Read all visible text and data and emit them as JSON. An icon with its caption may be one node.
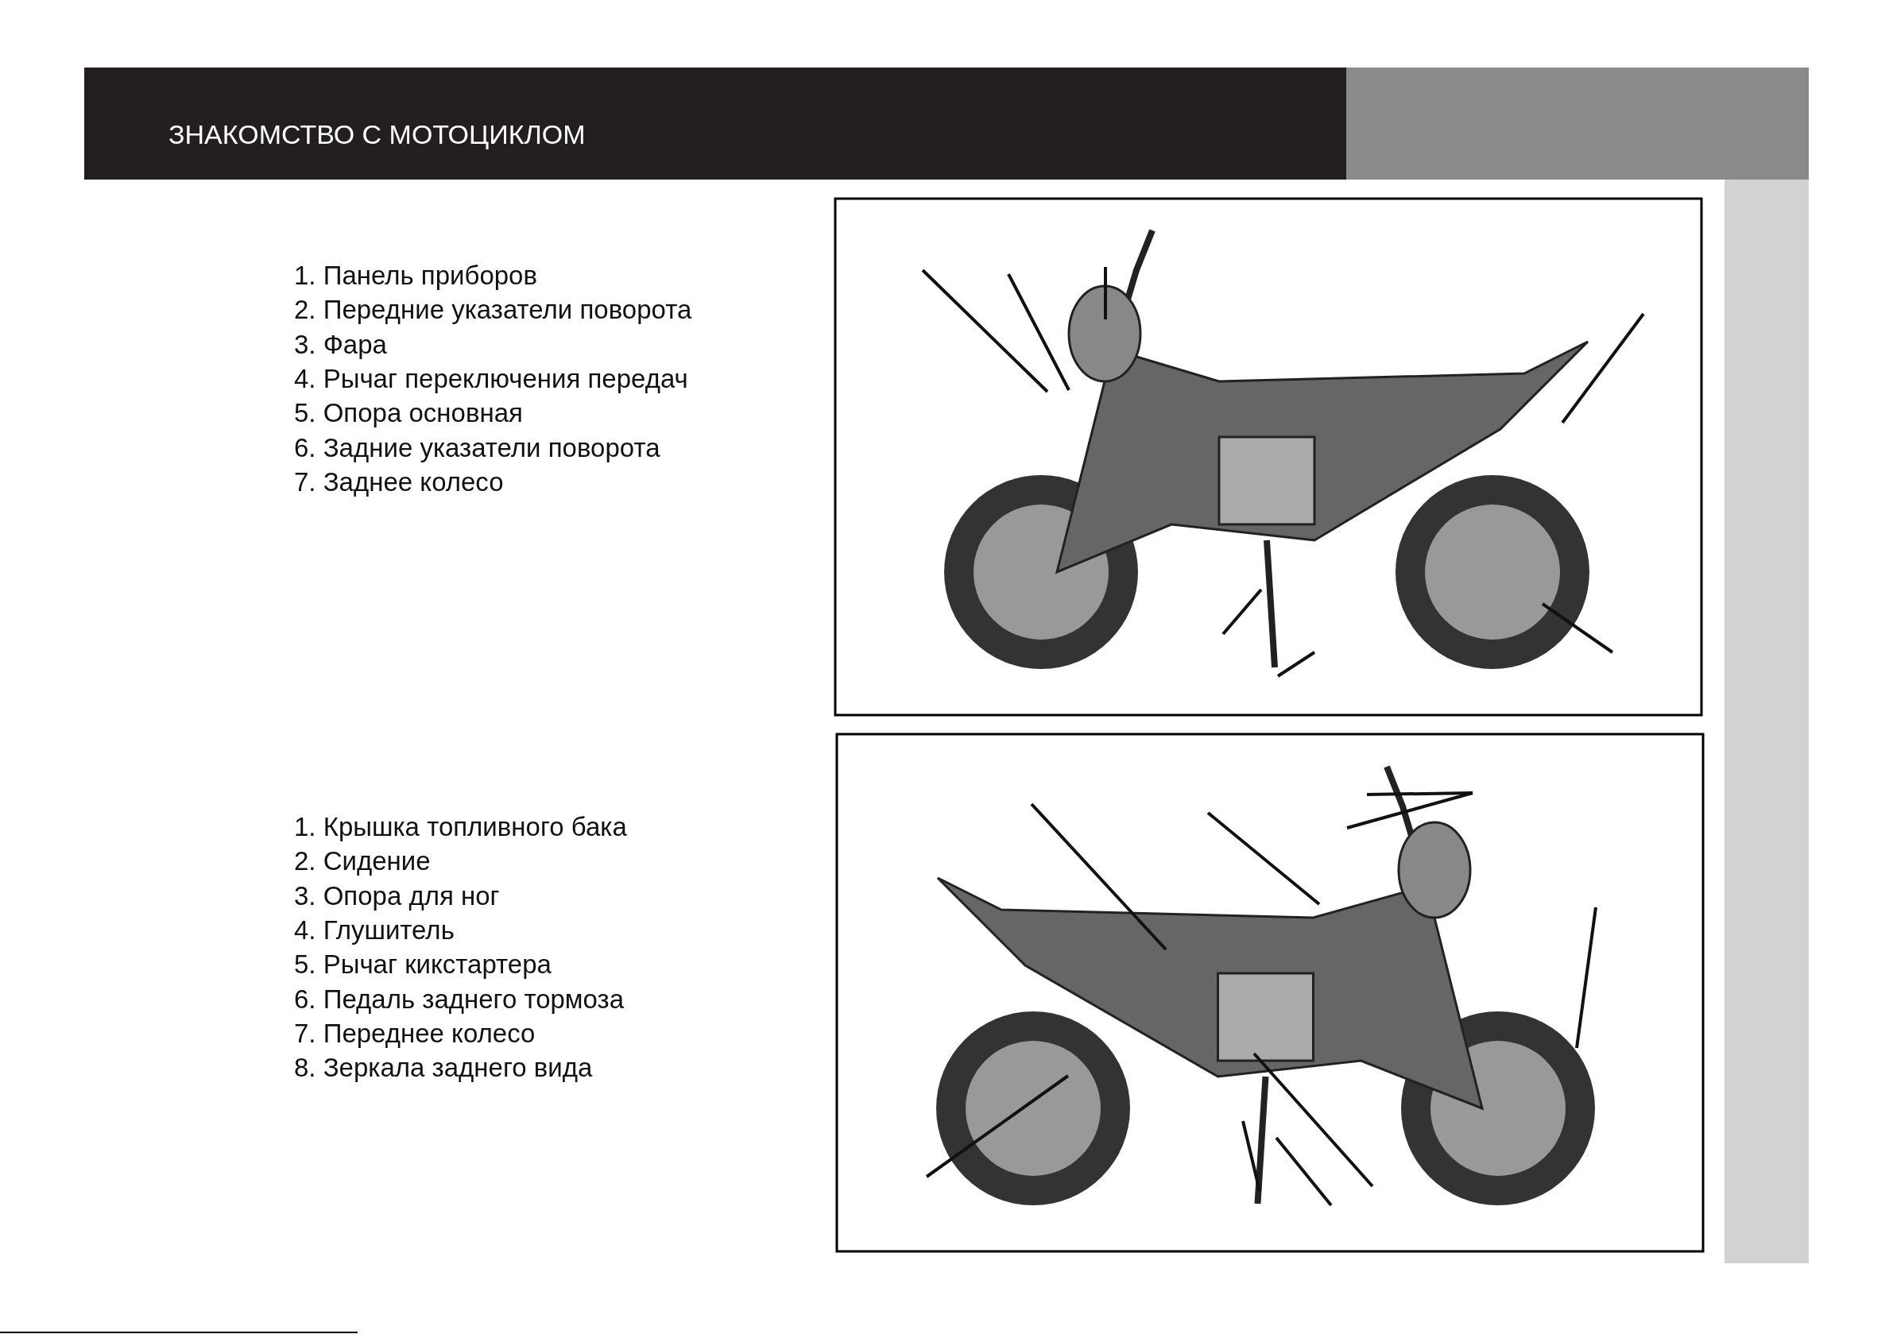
{
  "diagram": {
    "title": "ЗНАКОМСТВО С МОТОЦИКЛОМ",
    "labels": [
      "1. Панель приборов",
      "2. Передние указатели поворота",
      "3. Фара",
      "4. Рычаг переключения передач",
      "5. Опора основная",
      "6. Задние указатели поворота",
      "7. Заднее колесо",
      "1. Крышка топливного бака",
      "2. Сидение",
      "3. Опора для ног",
      "4. Глушитель",
      "5. Рычаг кикстартера",
      "6. Педаль заднего тормоза",
      "7. Переднее колесо",
      "8. Зеркала заднего вида"
    ]
  }
}
